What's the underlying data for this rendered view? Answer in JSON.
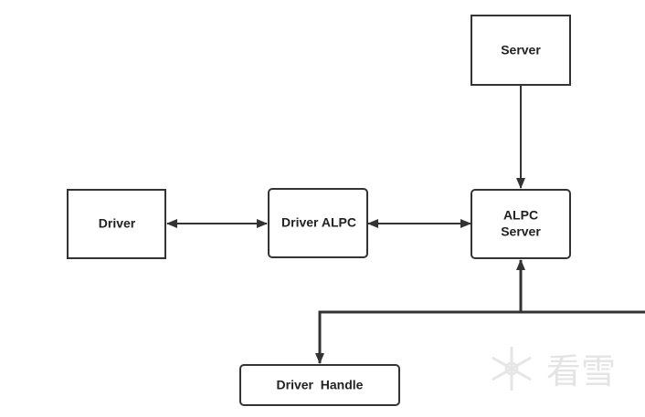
{
  "nodes": {
    "server": {
      "label": "Server"
    },
    "driver": {
      "label": "Driver"
    },
    "driver_alpc": {
      "label": "Driver ALPC"
    },
    "alpc_server": {
      "label_line1": "ALPC",
      "label_line2": "Server"
    },
    "driver_handle": {
      "label": "Driver  Handle"
    }
  },
  "watermark": {
    "text": "看雪"
  },
  "colors": {
    "stroke": "#333333",
    "text": "#222222",
    "background": "#ffffff",
    "watermark": "#e4e4e4"
  }
}
